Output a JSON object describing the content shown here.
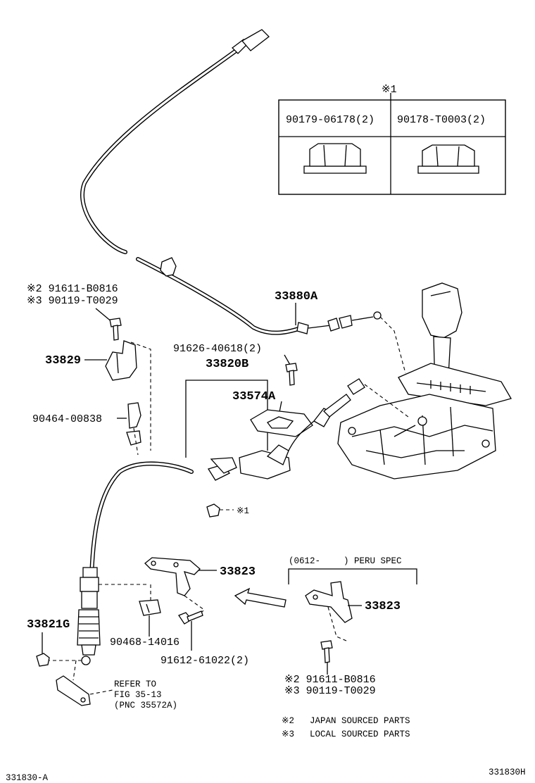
{
  "figure_code": "331830H",
  "figure_ref": "331830-A",
  "inset": {
    "note_mark": "※1",
    "parts": [
      {
        "number": "90179-06178(2)"
      },
      {
        "number": "90178-T0003(2)"
      }
    ]
  },
  "parts": {
    "p33880a": "33880A",
    "p33829": "33829",
    "p90464": "90464-00838",
    "p91626": "91626-40618(2)",
    "p33820b": "33820B",
    "p33574a": "33574A",
    "p33823_main": "33823",
    "p33823_peru": "33823",
    "p33821g": "33821G",
    "p90468": "90468-14016",
    "p91612": "91612-61022(2)",
    "nut_mark": "※1"
  },
  "alt_bolt_top": {
    "line1": "※2 91611-B0816",
    "line2": "※3 90119-T0029"
  },
  "alt_bolt_bottom": {
    "line1": "※2 91611-B0816",
    "line2": "※3 90119-T0029"
  },
  "peru_spec": {
    "label_open": "(0612-",
    "label_close": ") PERU SPEC"
  },
  "refer": {
    "line1": "REFER TO",
    "line2": "FIG 35-13",
    "line3": "(PNC 35572A)"
  },
  "legend": [
    {
      "mark": "※2",
      "text": "JAPAN SOURCED PARTS"
    },
    {
      "mark": "※3",
      "text": "LOCAL SOURCED PARTS"
    }
  ]
}
